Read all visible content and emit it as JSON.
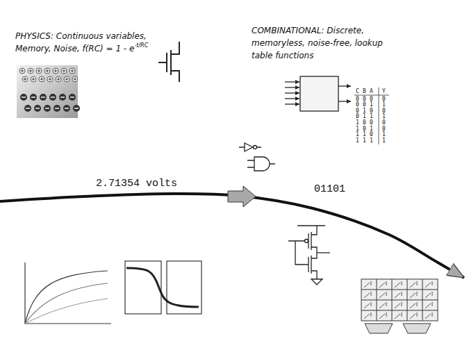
{
  "diagram": {
    "nodes": [
      {
        "text": [
          "PHYSICS: Continuous variables, Memory, Noise, f(RC) = 1 - e",
          "-t/RC"
        ]
      },
      {
        "text": [
          "COMBINATIONAL: Discrete, memoryless, noise-free, lookup table functions"
        ]
      }
    ],
    "edges": [
      {
        "from": 0,
        "to": 1,
        "arrow": "to"
      }
    ],
    "labels": [
      "2.71354 volts",
      "01101",
      "C",
      "B",
      "A",
      "Y",
      "0",
      "0",
      "0",
      "0",
      "0",
      "0",
      "1",
      "1",
      "0",
      "1",
      "0",
      "0",
      "0",
      "1",
      "1",
      "1",
      "1",
      "0",
      "0",
      "0",
      "1",
      "0",
      "1",
      "0",
      "1",
      "1",
      "0",
      "1",
      "1",
      "1",
      "1",
      "1"
    ]
  }
}
